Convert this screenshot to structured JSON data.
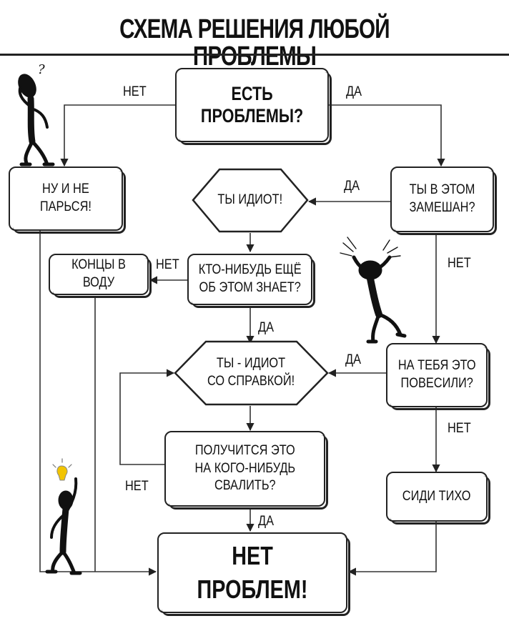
{
  "title": "СХЕМА РЕШЕНИЯ ЛЮБОЙ ПРОБЛЕМЫ",
  "nodes": {
    "start": "ЕСТЬ\nПРОБЛЕМЫ?",
    "dont_worry": "НУ И НЕ\nПАРЬСЯ!",
    "idiot": "ТЫ ИДИОТ!",
    "involved": "ТЫ В ЭТОМ\nЗАМЕШАН?",
    "hide": "КОНЦЫ В ВОДУ",
    "anyone_knows": "КТО-НИБУДЬ ЕЩЁ\nОБ ЭТОМ ЗНАЕТ?",
    "certified_idiot": "ТЫ - ИДИОТ\nСО СПРАВКОЙ!",
    "blamed": "НА ТЕБЯ ЭТО\nПОВЕСИЛИ?",
    "shift_blame": "ПОЛУЧИТСЯ ЭТО\nНА КОГО-НИБУДЬ\nСВАЛИТЬ?",
    "sit_quiet": "СИДИ ТИХО",
    "no_problem": "НЕТ ПРОБЛЕМ!"
  },
  "edges": {
    "start_no": "НЕТ",
    "start_yes": "ДА",
    "involved_yes": "ДА",
    "involved_no": "НЕТ",
    "knows_no": "НЕТ",
    "knows_yes": "ДА",
    "blamed_yes": "ДА",
    "blamed_no": "НЕТ",
    "shift_no": "НЕТ",
    "shift_yes": "ДА"
  },
  "figures": {
    "question_mark": "?"
  }
}
